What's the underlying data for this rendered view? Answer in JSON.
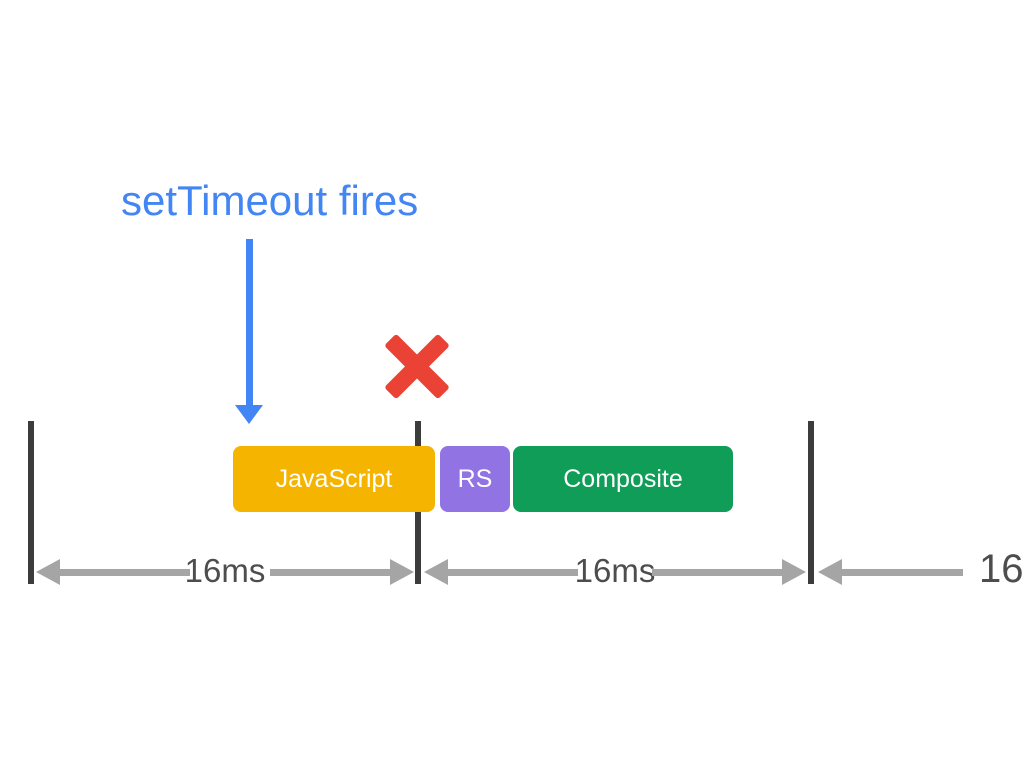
{
  "diagram": {
    "background": "#ffffff",
    "title": {
      "text": "setTimeout fires",
      "color": "#4285f4"
    },
    "settimeout_arrow": {
      "icon": "down-arrow-icon",
      "color": "#4285f4"
    },
    "missed_frame_marker": {
      "icon": "x-cross-icon",
      "color": "#ea4335"
    },
    "frame_boundaries": {
      "count": 3,
      "color": "#3c3c3c"
    },
    "tasks": [
      {
        "label": "JavaScript",
        "color": "#f4b400",
        "text_color": "#ffffff"
      },
      {
        "label": "RS",
        "color": "#9273e4",
        "text_color": "#ffffff"
      },
      {
        "label": "Composite",
        "color": "#0f9d58",
        "text_color": "#ffffff"
      }
    ],
    "intervals": {
      "arrow_color": "#a5a5a5",
      "label_color": "#4d4d4d",
      "labels": [
        "16ms",
        "16ms",
        "16"
      ]
    }
  }
}
